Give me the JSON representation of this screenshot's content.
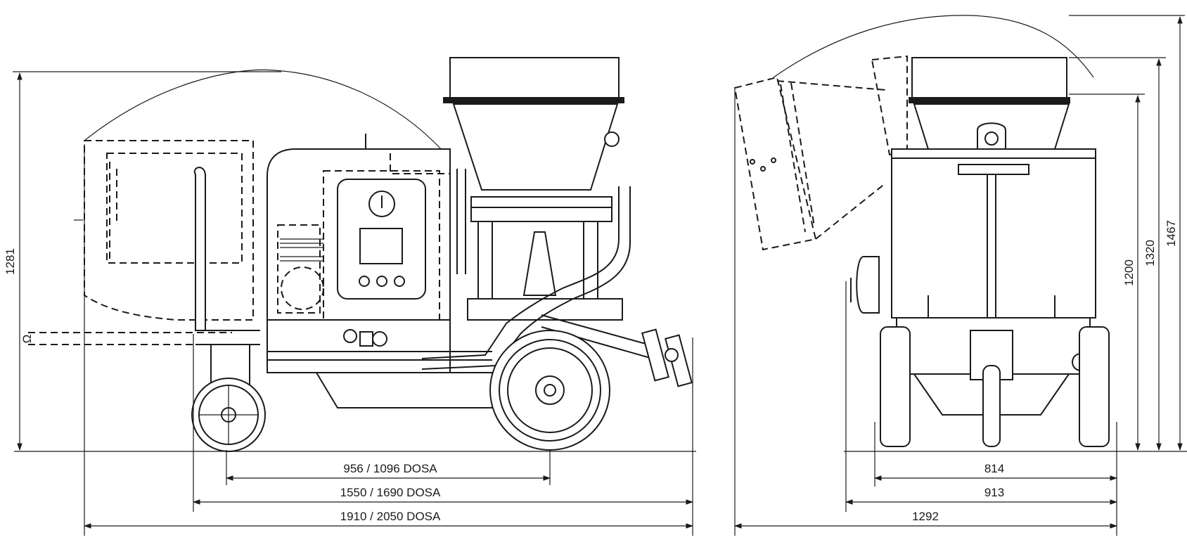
{
  "colors": {
    "line": "#1a1a1a",
    "background": "#ffffff"
  },
  "side_view": {
    "dim_height_total": "1281",
    "dim_axle_base": "956 / 1096",
    "dim_axle_base_suffix": "DOSA",
    "dim_wheel_span": "1550 / 1690",
    "dim_wheel_span_suffix": "DOSA",
    "dim_total_length": "1910 / 2050",
    "dim_total_length_suffix": "DOSA",
    "small_dim_label": "Ω"
  },
  "front_view": {
    "dim_height_1200": "1200",
    "dim_height_1320": "1320",
    "dim_height_1467": "1467",
    "dim_track_814": "814",
    "dim_width_913": "913",
    "dim_width_1292": "1292"
  }
}
